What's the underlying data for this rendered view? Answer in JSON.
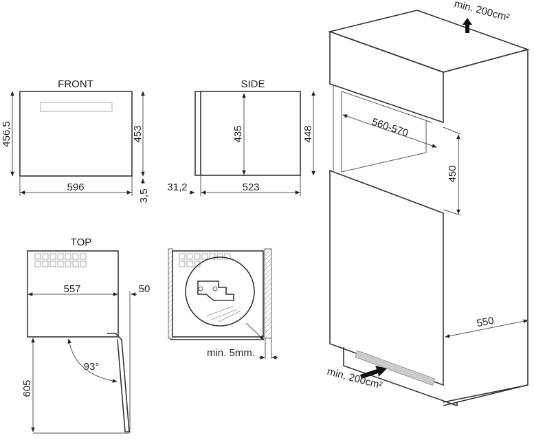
{
  "views": {
    "front": {
      "title": "FRONT",
      "height_left": "456,5",
      "height_right": "453",
      "width": "596",
      "gap": "3,5"
    },
    "side": {
      "title": "SIDE",
      "height_inner": "435",
      "height_outer": "448",
      "offset": "31,2",
      "depth": "523"
    },
    "top": {
      "title": "TOP",
      "width": "557",
      "door_offset": "50",
      "door_depth": "605",
      "door_angle": "93°"
    },
    "detail": {
      "clearance": "min. 5mm."
    },
    "cabinet": {
      "vent_top": "min. 200cm²",
      "vent_bottom": "min. 200cm²",
      "niche_width": "560-570",
      "niche_height": "450",
      "depth": "550"
    }
  },
  "colors": {
    "line": "#333333",
    "background": "#ffffff"
  }
}
